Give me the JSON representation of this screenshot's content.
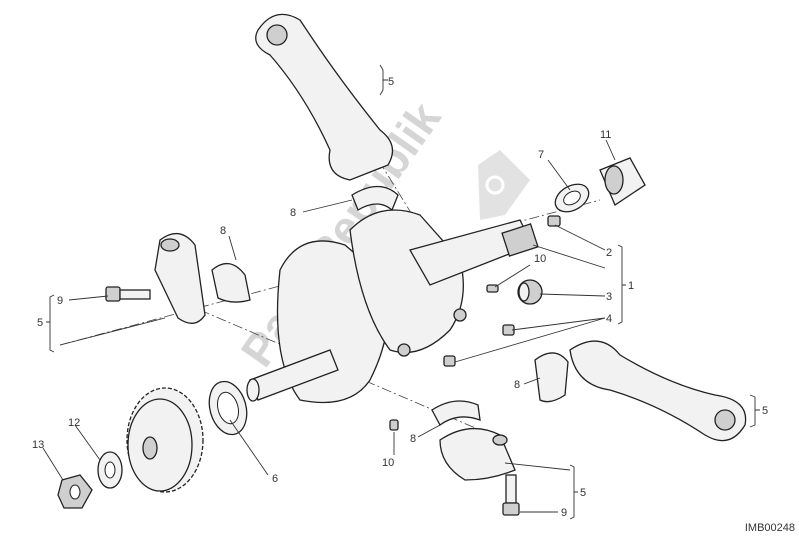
{
  "diagram": {
    "watermark": "PartsRepublik",
    "code": "IMB00248",
    "labels": {
      "conrod_top": "5",
      "nut_11": "11",
      "washer_7": "7",
      "bearing_top": "8",
      "plug_2": "2",
      "dowel_10_top": "10",
      "bearing_3": "3",
      "crankshaft_1": "1",
      "plug_4": "4",
      "bearing_left": "8",
      "bolt_left": "9",
      "conrod_left": "5",
      "bearing_right": "8",
      "conrod_right": "5",
      "washer_6": "6",
      "washer_12": "12",
      "nut_13": "13",
      "dowel_10_bottom": "10",
      "bearing_bottom": "8",
      "conrod_bottom": "5",
      "bolt_bottom": "9"
    }
  }
}
